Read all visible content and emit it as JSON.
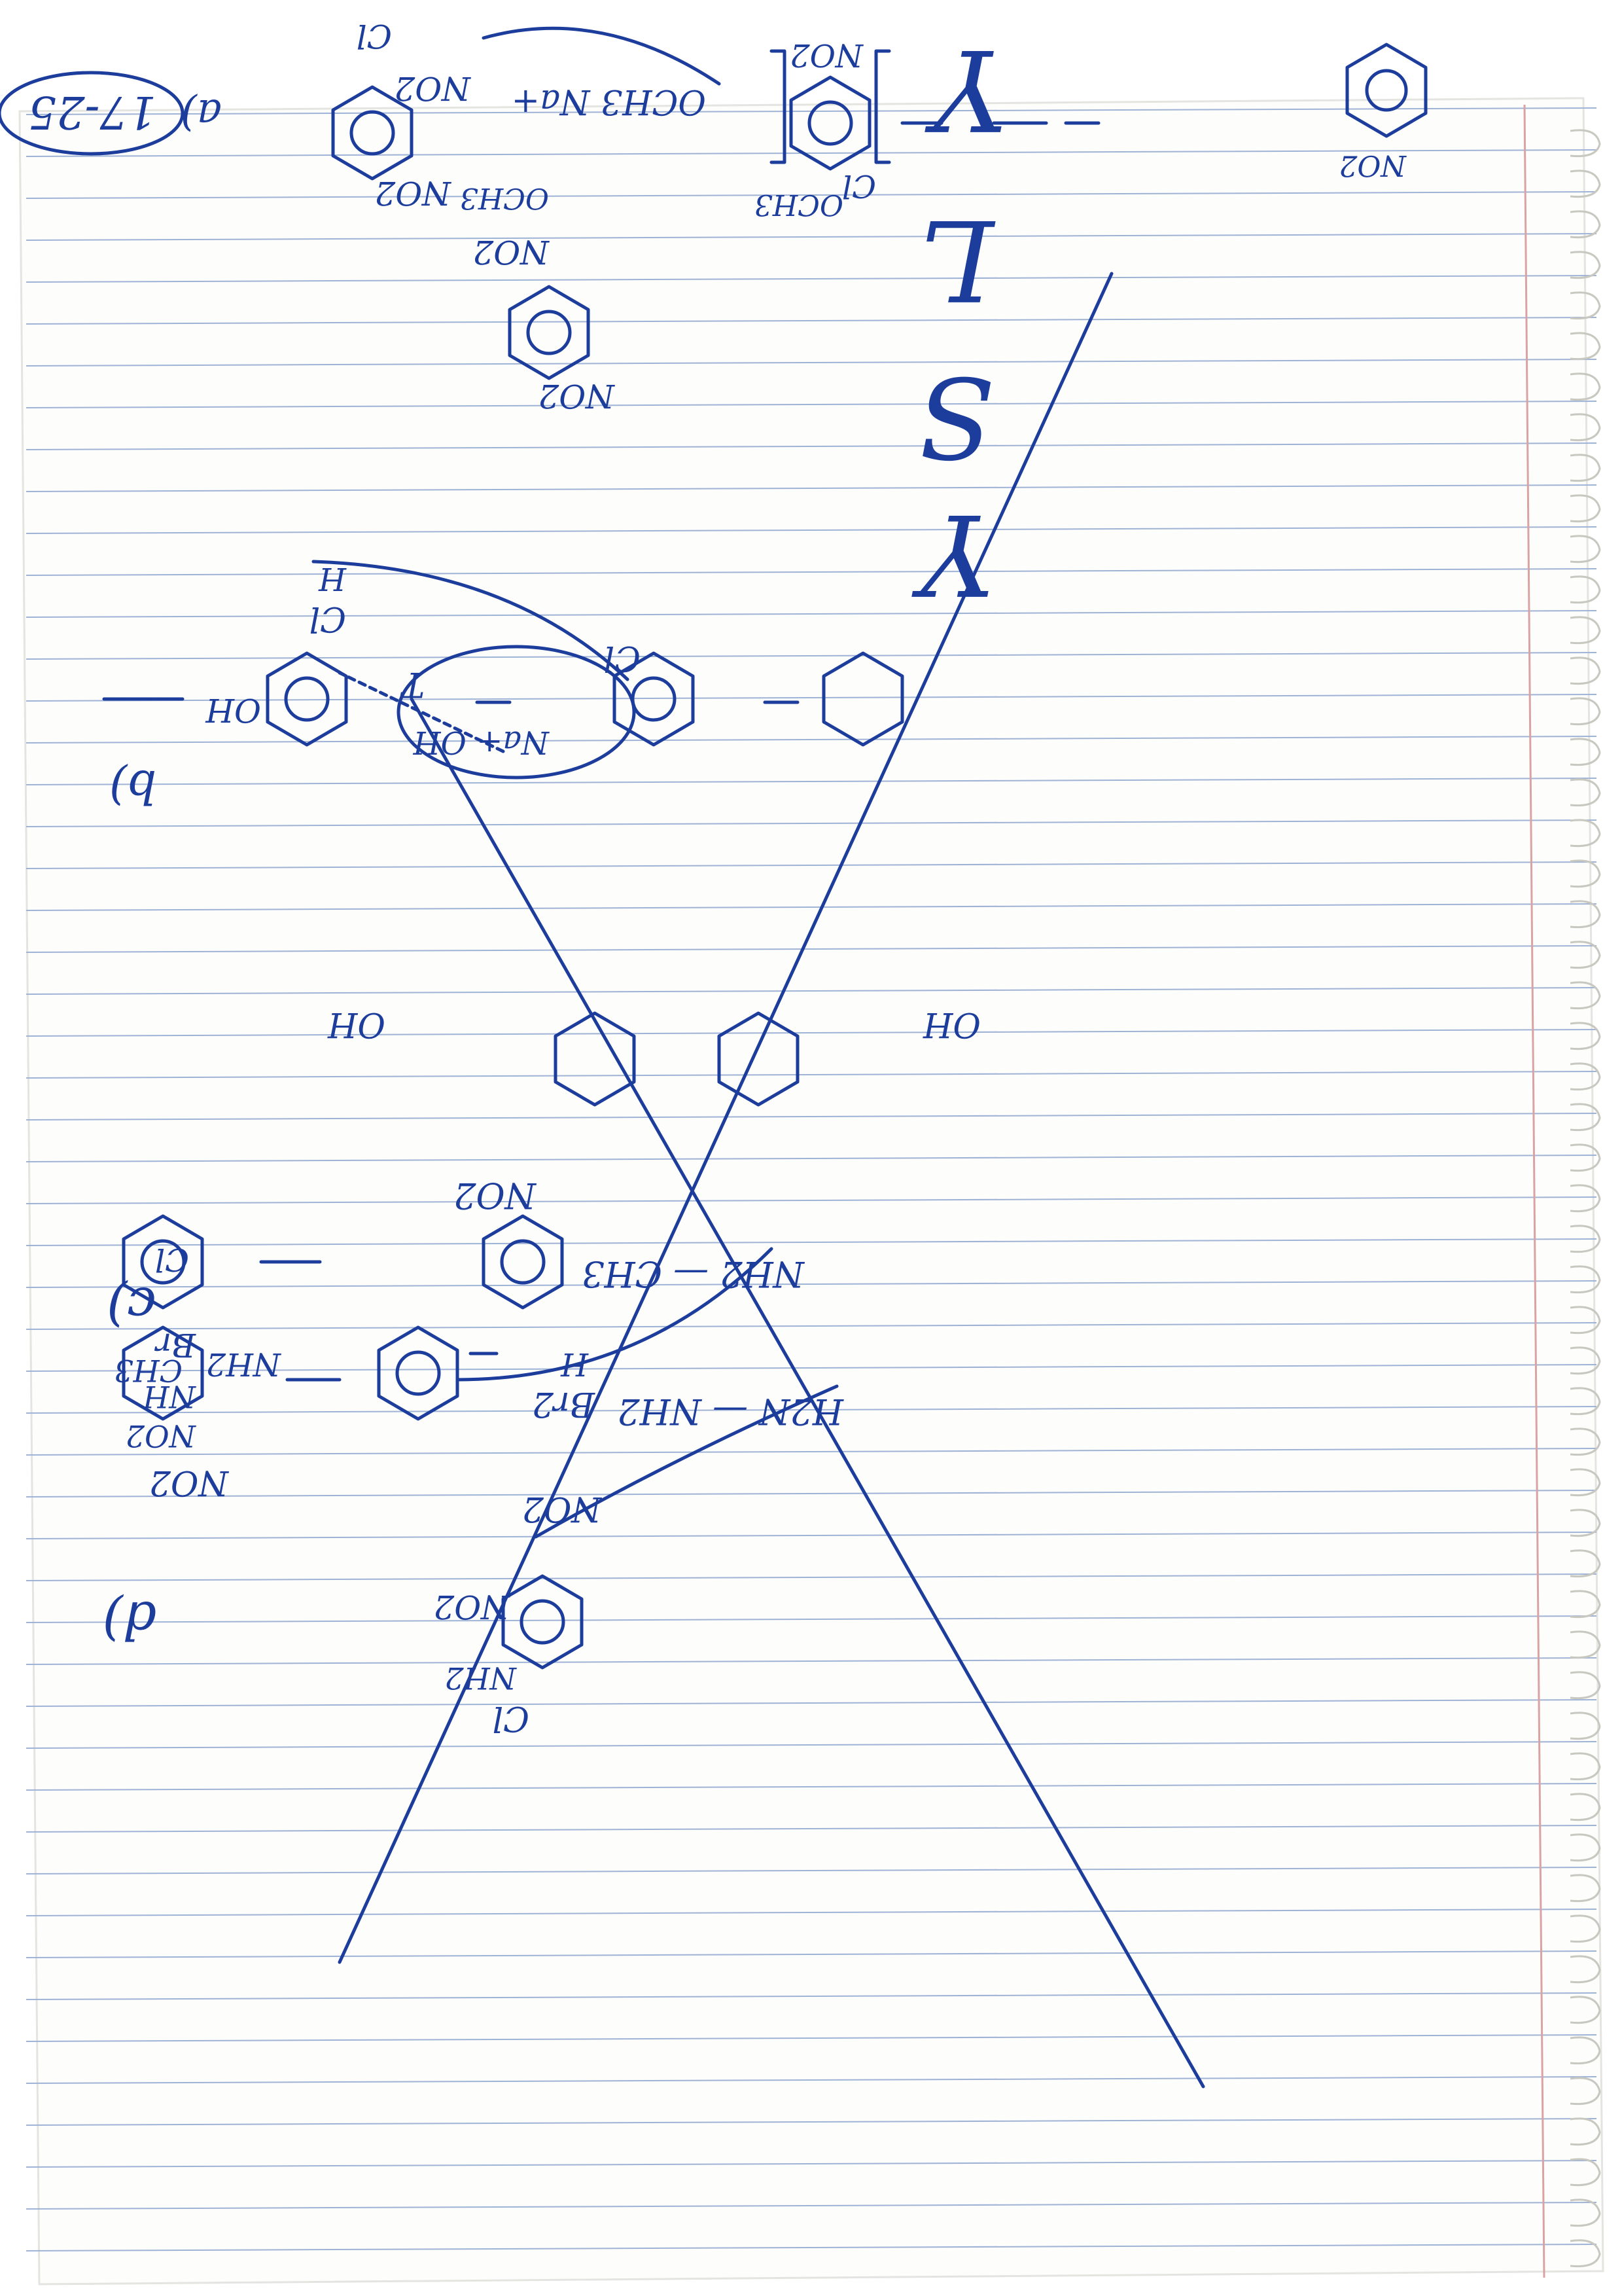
{
  "sheet": {
    "title_letters": [
      "Y",
      "L",
      "S",
      "Y"
    ],
    "problem_number": "17-25",
    "parts": [
      "a)",
      "b)",
      "c)",
      "d)"
    ]
  },
  "part_a": {
    "reagent": "OCH3 Na+",
    "substituents": [
      "NO2",
      "NO2",
      "Cl",
      "OCH3"
    ],
    "resonance_labels": [
      "Cl",
      "OCH3",
      "NO2",
      "NO2"
    ]
  },
  "part_b": {
    "reagent_top": "H",
    "reagent_mid": "Cl",
    "base": "Na+ OH",
    "heat": "T",
    "intermediate_label": "Cl",
    "product_group": "OH"
  },
  "part_c": {
    "reagent": "Br2",
    "leaving": "H",
    "amine": "NH2 — CH3",
    "product_groups": [
      "NO2",
      "Br",
      "CH3",
      "NH"
    ]
  },
  "part_d": {
    "reagent": "H2N — NH2",
    "substituents": [
      "NO2",
      "NO2",
      "Cl",
      "NH2"
    ],
    "product_groups": [
      "NO2",
      "NO2",
      "Cl",
      "NH2"
    ]
  },
  "colors": {
    "ink": "#1c3d9c",
    "rule": "#9fb3d6",
    "margin": "#d9a3a3",
    "paper": "#fdfdfb"
  }
}
